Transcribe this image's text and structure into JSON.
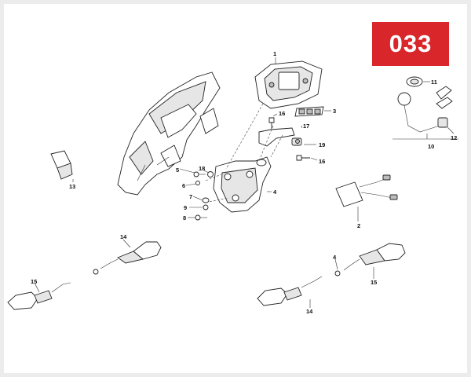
{
  "diagram": {
    "page_code": "033",
    "badge_color": "#d9262b",
    "callouts": {
      "c1": "1",
      "c2": "2",
      "c3": "3",
      "c4a": "4",
      "c4b": "4",
      "c5": "5",
      "c6": "6",
      "c7": "7",
      "c8": "8",
      "c9": "9",
      "c10": "10",
      "c11": "11",
      "c12": "12",
      "c13": "13",
      "c14a": "14",
      "c14b": "14",
      "c15a": "15",
      "c15b": "15",
      "c16a": "16",
      "c16b": "16",
      "c17": "17",
      "c18": "18",
      "c19": "19"
    }
  }
}
